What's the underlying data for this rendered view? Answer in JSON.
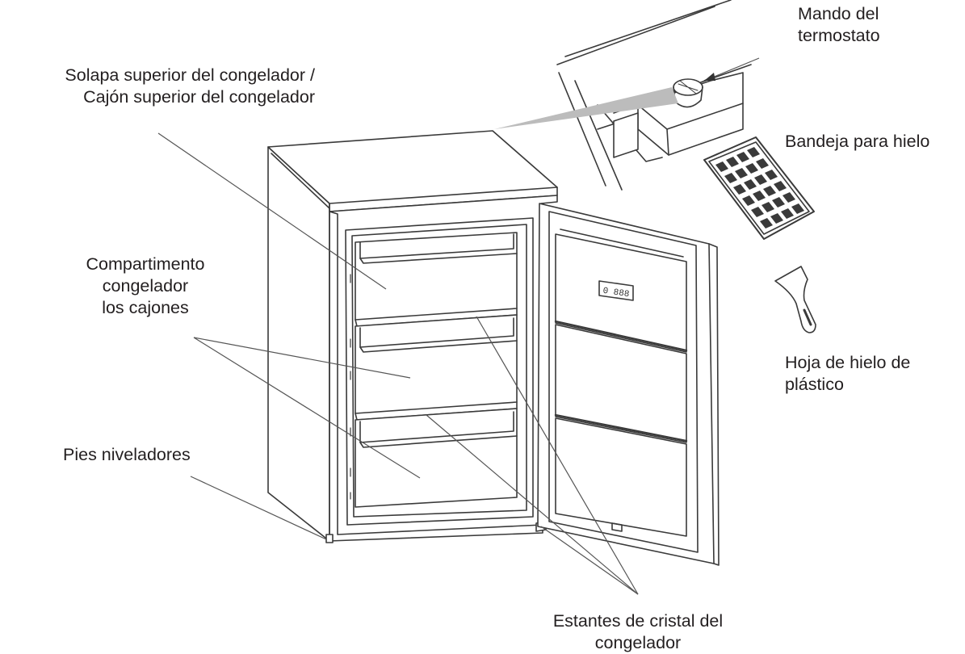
{
  "labels": {
    "thermostat_knob": [
      "Mando del",
      "termostato"
    ],
    "top_flap": [
      "Solapa superior del congelador /",
      "Cajón superior del congelador"
    ],
    "ice_tray": [
      "Bandeja para hielo"
    ],
    "freezer_compartment": [
      "Compartimento",
      "congelador",
      "los cajones"
    ],
    "plastic_ice_scraper": [
      "Hoja de hielo de",
      "plástico"
    ],
    "leveling_feet": [
      "Pies niveladores"
    ],
    "glass_shelves": [
      "Estantes de cristal del",
      "congelador"
    ]
  },
  "door_display": "0 888"
}
